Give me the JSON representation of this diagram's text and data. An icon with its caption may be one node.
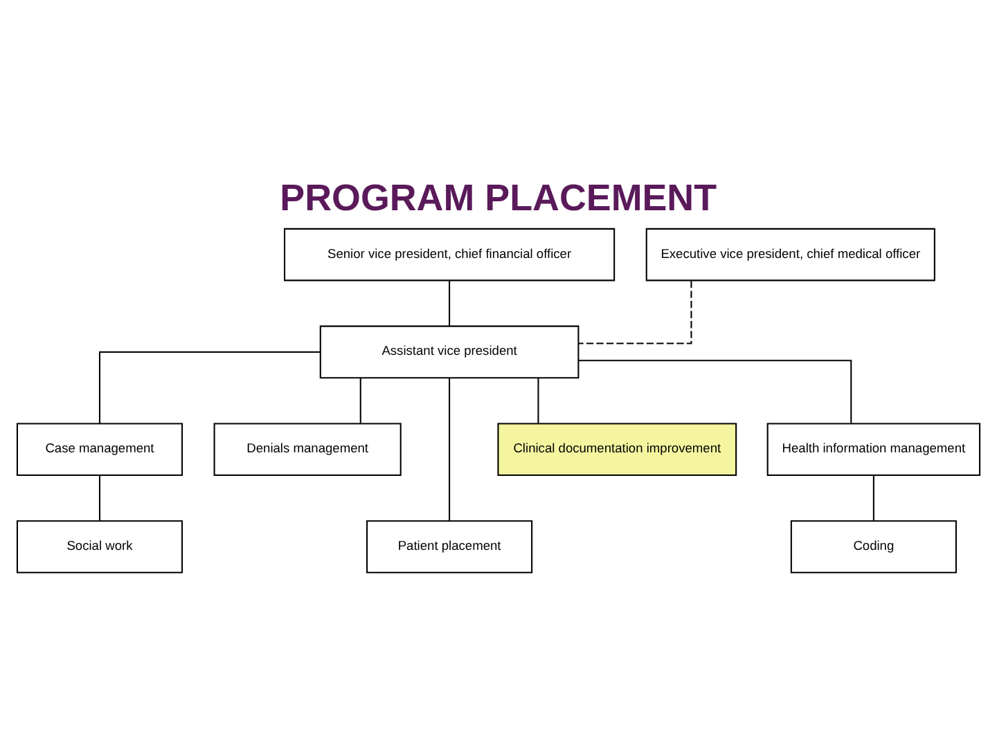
{
  "diagram": {
    "title": "PROGRAM PLACEMENT",
    "nodes": [
      {
        "text": [
          "Senior vice president, chief financial officer"
        ]
      },
      {
        "text": [
          "Executive vice president, chief medical officer"
        ]
      },
      {
        "text": [
          "Assistant vice president"
        ]
      },
      {
        "text": [
          "Case management"
        ]
      },
      {
        "text": [
          "Denials management"
        ]
      },
      {
        "text": [
          "Patient placement"
        ]
      },
      {
        "text": [
          "Clinical documentation improvement"
        ]
      },
      {
        "text": [
          "Health information management"
        ]
      },
      {
        "text": [
          "Social work"
        ]
      },
      {
        "text": [
          "Coding"
        ]
      }
    ],
    "edges": [
      {
        "from": 0,
        "to": 2,
        "arrow": "none"
      },
      {
        "from": 1,
        "to": 2,
        "arrow": "none",
        "style": "dashed"
      },
      {
        "from": 2,
        "to": 3,
        "arrow": "none"
      },
      {
        "from": 2,
        "to": 4,
        "arrow": "none"
      },
      {
        "from": 2,
        "to": 5,
        "arrow": "none"
      },
      {
        "from": 2,
        "to": 6,
        "arrow": "none"
      },
      {
        "from": 2,
        "to": 7,
        "arrow": "none"
      },
      {
        "from": 3,
        "to": 8,
        "arrow": "none"
      },
      {
        "from": 7,
        "to": 9,
        "arrow": "none"
      }
    ]
  }
}
